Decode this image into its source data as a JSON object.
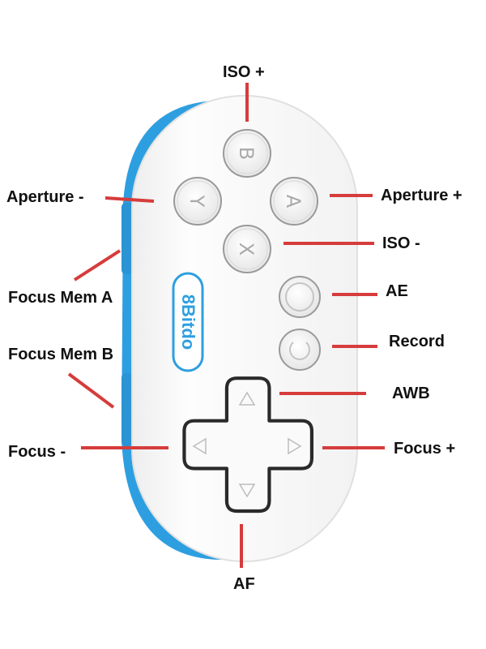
{
  "brand": {
    "logo_text": "8Bitdo"
  },
  "buttons": {
    "b": {
      "glyph": "B"
    },
    "y": {
      "glyph": "Y"
    },
    "a": {
      "glyph": "A"
    },
    "x": {
      "glyph": "X"
    }
  },
  "labels": {
    "iso_plus": "ISO +",
    "aperture_minus": "Aperture -",
    "aperture_plus": "Aperture +",
    "iso_minus": "ISO -",
    "focus_mem_a": "Focus Mem A",
    "ae": "AE",
    "focus_mem_b": "Focus Mem B",
    "record": "Record",
    "awb": "AWB",
    "focus_minus": "Focus -",
    "focus_plus": "Focus +",
    "af": "AF"
  },
  "colors": {
    "leader": "#d63c3c",
    "body": "#fbfbfb",
    "accent_blue": "#2d9fe0",
    "button_fill": "#f6f6f6",
    "button_ring": "#9a9a9a",
    "dpad_border": "#2a2a2a",
    "text": "#111111"
  }
}
